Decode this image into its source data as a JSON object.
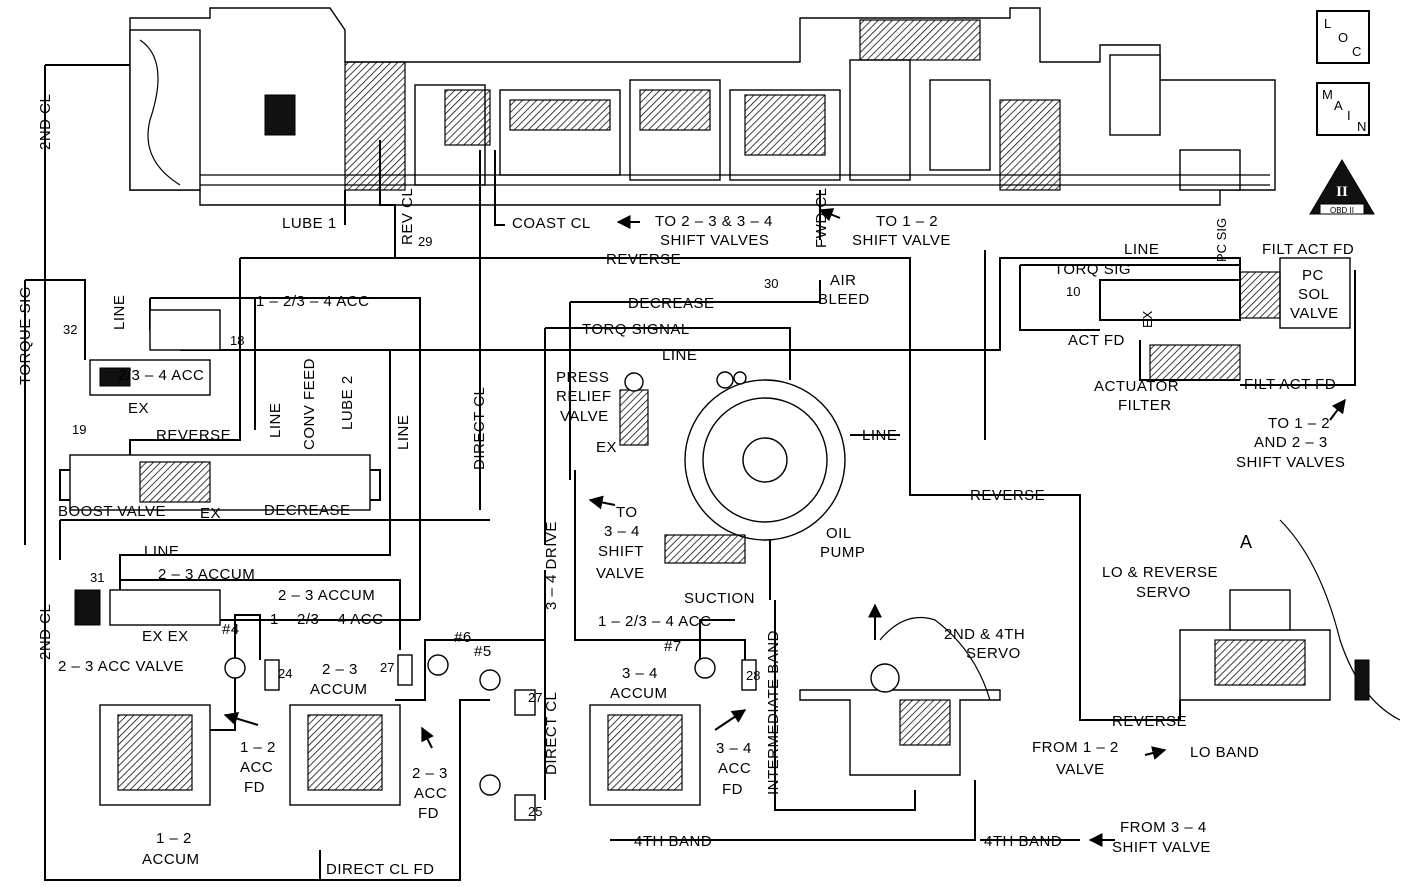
{
  "nav": {
    "loc_letters": [
      "L",
      "O",
      "C"
    ],
    "main_letters": [
      "M",
      "A",
      "I",
      "N"
    ],
    "obd_numeral": "II",
    "obd_label": "OBD II"
  },
  "labels": {
    "second_cl_top": "2ND CL",
    "second_cl_bottom": "2ND CL",
    "torque_sig": "TORQUE SIG",
    "lube1": "LUBE 1",
    "rev_cl": "REV CL",
    "n29": "29",
    "coast_cl": "COAST CL",
    "to_23_34_line1": "TO 2 – 3 & 3 – 4",
    "to_23_34_line2": "SHIFT VALVES",
    "fwd_cl": "FWD CL",
    "to_12_line1": "TO 1 – 2",
    "to_12_line2": "SHIFT VALVE",
    "reverse_top": "REVERSE",
    "n30": "30",
    "air_bleed_line1": "AIR",
    "air_bleed_line2": "BLEED",
    "line_pc": "LINE",
    "pc_sig": "PC SIG",
    "filt_act_fd_top": "FILT ACT FD",
    "torq_sig": "TORQ SIG",
    "n10": "10",
    "pc_sol_line1": "PC",
    "pc_sol_line2": "SOL",
    "pc_sol_line3": "VALVE",
    "ex_pc": "EX",
    "act_fd": "ACT FD",
    "actuator_line1": "ACTUATOR",
    "actuator_line2": "FILTER",
    "filt_act_fd_mid": "FILT ACT FD",
    "to_12_23_line1": "TO 1 – 2",
    "to_12_23_line2": "AND 2 – 3",
    "to_12_23_line3": "SHIFT VALVES",
    "acc_1234_top": "1 – 2/3 – 4 ACC",
    "decrease_top": "DECREASE",
    "torq_signal": "TORQ SIGNAL",
    "line_mid": "LINE",
    "n32": "32",
    "line_upper_left": "LINE",
    "n18": "18",
    "acc_234": "2/3 – 4 ACC",
    "ex_left": "EX",
    "n19": "19",
    "reverse_left": "REVERSE",
    "line_vertical": "LINE",
    "conv_feed": "CONV FEED",
    "lube2": "LUBE 2",
    "line_vert_right": "LINE",
    "direct_cl_vertical": "DIRECT CL",
    "press_relief_line1": "PRESS",
    "press_relief_line2": "RELIEF",
    "press_relief_line3": "VALVE",
    "ex_relief": "EX",
    "line_pump": "LINE",
    "boost_valve": "BOOST VALVE",
    "ex_boost": "EX",
    "decrease_bottom": "DECREASE",
    "reverse_right": "REVERSE",
    "to_34_line1": "TO",
    "to_34_line2": "3 – 4",
    "to_34_line3": "SHIFT",
    "to_34_line4": "VALVE",
    "drive_34": "3 – 4 DRIVE",
    "oil_pump_line1": "OIL",
    "oil_pump_line2": "PUMP",
    "line_low": "LINE",
    "accum_23_a": "2 – 3 ACCUM",
    "accum_23_b": "2 – 3 ACCUM",
    "n31": "31",
    "ex_ex": "EX EX",
    "acc_valve_23": "2 – 3 ACC VALVE",
    "suction": "SUCTION",
    "acc_1234_low": "1 – 2/3 – 4 ACC",
    "acc_1234_right": "1 – 2/3 – 4 ACC",
    "n4": "#4",
    "n6": "#6",
    "n5": "#5",
    "n7": "#7",
    "n24": "24",
    "n27a": "27",
    "n27b": "27",
    "n28": "28",
    "n25": "25",
    "accum23_line1": "2 – 3",
    "accum23_line2": "ACCUM",
    "accum34_line1": "3 – 4",
    "accum34_line2": "ACCUM",
    "direct_cl_low": "DIRECT CL",
    "intermediate_band": "INTERMEDIATE BAND",
    "servo_24_line1": "2ND & 4TH",
    "servo_24_line2": "SERVO",
    "lo_rev_line1": "LO & REVERSE",
    "lo_rev_line2": "SERVO",
    "letter_a": "A",
    "reverse_servo": "REVERSE",
    "from_12_line1": "FROM 1 – 2",
    "from_12_line2": "VALVE",
    "lo_band": "LO BAND",
    "acc_12_fd_1": "1 – 2",
    "acc_12_fd_2": "ACC",
    "acc_12_fd_3": "FD",
    "acc_23_fd_1": "2 – 3",
    "acc_23_fd_2": "ACC",
    "acc_23_fd_3": "FD",
    "acc_34_fd_1": "3 – 4",
    "acc_34_fd_2": "ACC",
    "acc_34_fd_3": "FD",
    "accum12_line1": "1 – 2",
    "accum12_line2": "ACCUM",
    "band4_left": "4TH BAND",
    "band4_right": "4TH BAND",
    "from_34_line1": "FROM 3 – 4",
    "from_34_line2": "SHIFT VALVE",
    "direct_cl_fd": "DIRECT CL FD"
  }
}
